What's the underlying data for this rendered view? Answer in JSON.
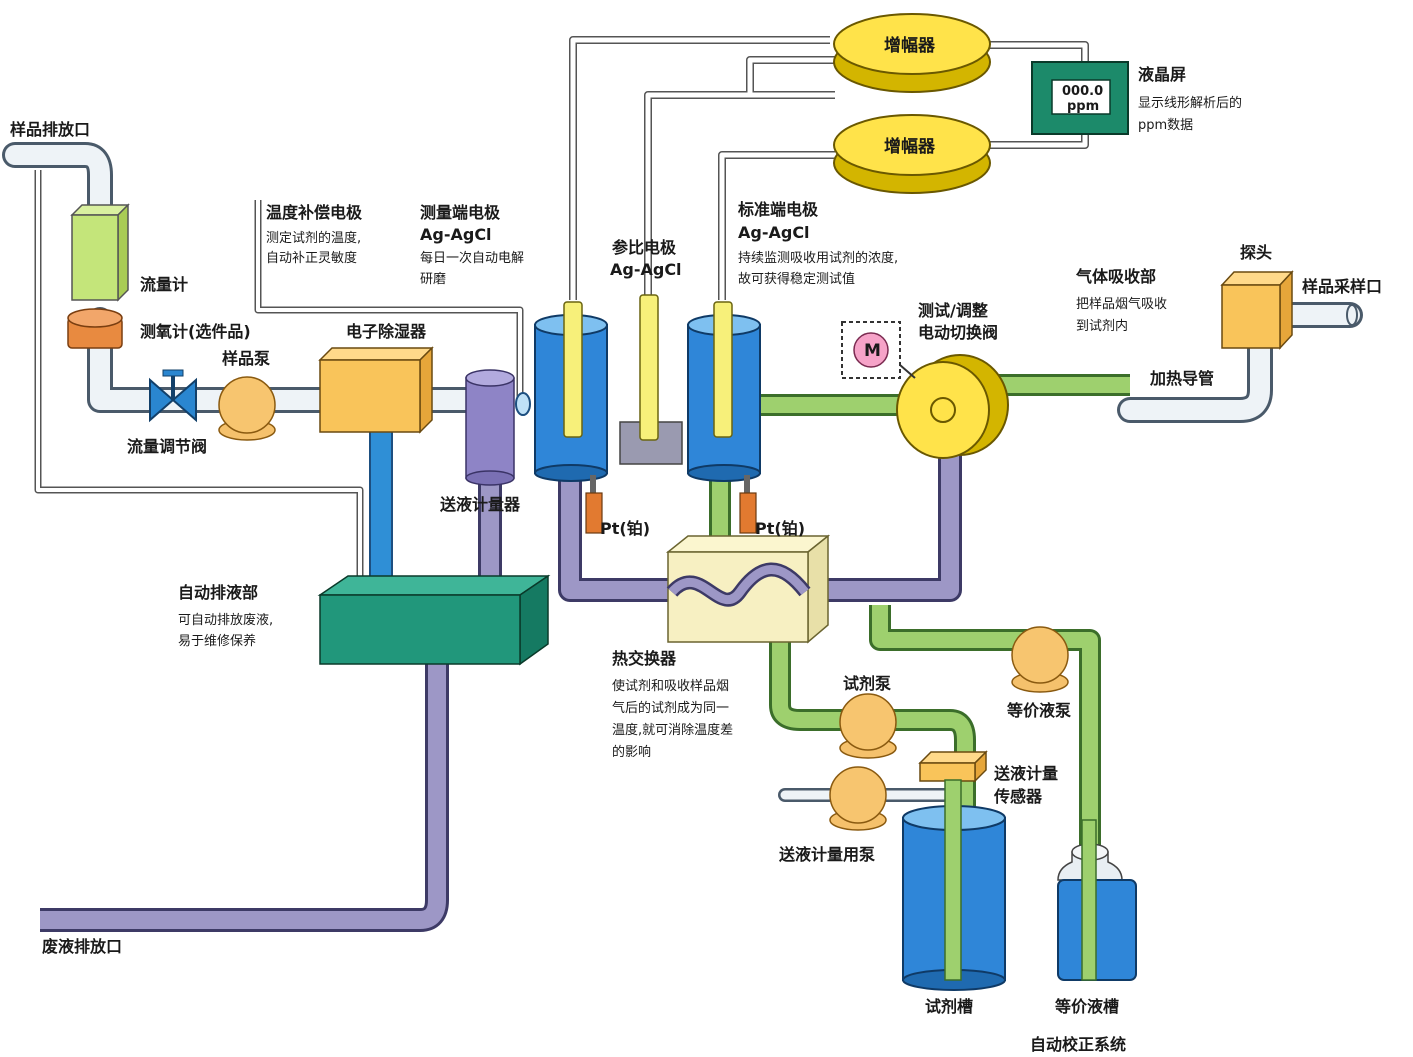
{
  "labels": {
    "sample_exhaust": "样品排放口",
    "flowmeter": "流量计",
    "oxygen_meter": "测氧计(选件品)",
    "sample_pump": "样品泵",
    "flow_valve": "流量调节阀",
    "temp_electrode": "温度补偿电极",
    "temp_desc1": "测定试剂的温度,",
    "temp_desc2": "自动补正灵敏度",
    "measure_electrode": "测量端电极",
    "measure_agcl": "Ag-AgCl",
    "measure_desc1": "每日一次自动电解",
    "measure_desc2": "研磨",
    "dehumidifier": "电子除湿器",
    "liquid_meter": "送液计量器",
    "reference_electrode": "参比电极",
    "reference_agcl": "Ag-AgCl",
    "standard_electrode": "标准端电极",
    "standard_agcl": "Ag-AgCl",
    "standard_desc1": "持续监测吸收用试剂的浓度,",
    "standard_desc2": "故可获得稳定测试值",
    "amplifier1": "增幅器",
    "amplifier2": "增幅器",
    "lcd_title": "液晶屏",
    "lcd_desc1": "显示线形解析后的",
    "lcd_desc2": "ppm数据",
    "lcd_value": "000.0",
    "lcd_unit": "ppm",
    "probe": "探头",
    "sample_inlet": "样品采样口",
    "gas_absorption": "气体吸收部",
    "gas_desc1": "把样品烟气吸收",
    "gas_desc2": "到试剂内",
    "switch_valve1": "测试/调整",
    "switch_valve2": "电动切换阀",
    "motor": "M",
    "heated_pipe": "加热导管",
    "pt_left": "Pt(铂)",
    "pt_right": "Pt(铂)",
    "auto_drain": "自动排液部",
    "drain_desc1": "可自动排放废液,",
    "drain_desc2": "易于维修保养",
    "heat_exchanger": "热交换器",
    "hx_desc1": "使试剂和吸收样品烟",
    "hx_desc2": "气后的试剂成为同一",
    "hx_desc3": "温度,就可消除温度差",
    "hx_desc4": "的影响",
    "reagent_pump": "试剂泵",
    "equiv_pump": "等价液泵",
    "flow_sensor1": "送液计量",
    "flow_sensor2": "传感器",
    "metering_pump": "送液计量用泵",
    "waste_outlet": "废液排放口",
    "reagent_tank": "试剂槽",
    "equiv_tank": "等价液槽",
    "auto_calib": "自动校正系统"
  }
}
